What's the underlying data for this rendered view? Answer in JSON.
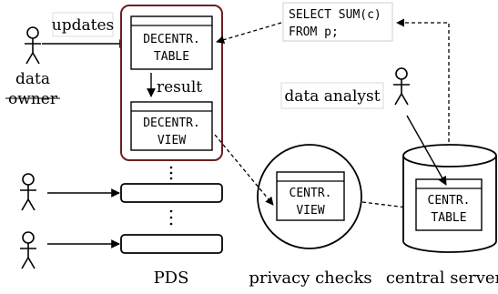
{
  "labels": {
    "updates": "updates",
    "data_owner_line1": "data",
    "data_owner_line2": "owner",
    "result": "result",
    "data_analyst": "data analyst",
    "pds": "PDS",
    "privacy_checks": "privacy checks",
    "central_server": "central server"
  },
  "query": {
    "line1": "SELECT SUM(c)",
    "line2": "FROM p;"
  },
  "boxes": {
    "decentr_table_line1": "DECENTR.",
    "decentr_table_line2": "TABLE",
    "decentr_view_line1": "DECENTR.",
    "decentr_view_line2": "VIEW",
    "centr_view_line1": "CENTR.",
    "centr_view_line2": "VIEW",
    "centr_table_line1": "CENTR.",
    "centr_table_line2": "TABLE"
  },
  "colors": {
    "pds_border": "#6b1f1f",
    "stroke": "#000000"
  }
}
